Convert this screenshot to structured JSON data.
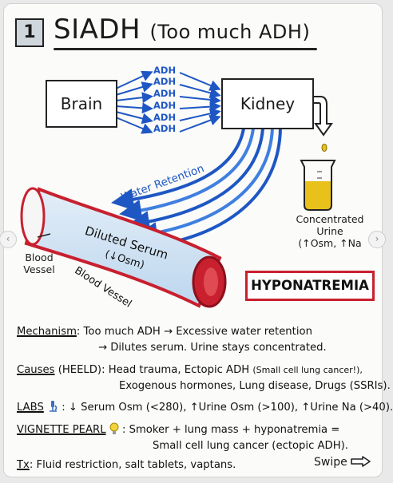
{
  "slide_number": "1",
  "title": "SIADH",
  "subtitle": "(Too much ADH)",
  "brain_label": "Brain",
  "kidney_label": "Kidney",
  "adh_labels": [
    "ADH",
    "ADH",
    "ADH",
    "ADH",
    "ADH",
    "ADH"
  ],
  "water_retention_label": "Water Retention",
  "concentrated_urine": {
    "line1": "Concentrated",
    "line2": "Urine",
    "line3": "(↑Osm, ↑Na"
  },
  "diluted_serum": {
    "line1": "Diluted Serum",
    "line2": "(↓Osm)"
  },
  "blood_vessel_left": {
    "line1": "Blood",
    "line2": "Vessel"
  },
  "blood_vessel_curved": "Blood Vessel",
  "hyponatremia_label": "HYPONATREMIA",
  "mechanism": {
    "heading": "Mechanism",
    "line1": ": Too much ADH → Excessive water retention",
    "line2": "→ Dilutes serum. Urine stays concentrated."
  },
  "causes": {
    "heading": "Causes",
    "acronym": " (HEELD)",
    "line1a": ": Head trauma, Ectopic ADH ",
    "line1b": "(Small cell lung cancer!),",
    "line2": "Exogenous hormones, Lung disease, Drugs (SSRIs)."
  },
  "labs": {
    "heading": "LABS",
    "text": " : ↓ Serum Osm (<280), ↑Urine Osm (>100), ↑Urine Na (>40)."
  },
  "pearl": {
    "heading": "VIGNETTE PEARL",
    "line1": " : Smoker + lung mass + hyponatremia =",
    "line2": "Small cell lung cancer (ectopic ADH)."
  },
  "treatment": {
    "heading": "Tx",
    "text": ": Fluid restriction, salt tablets, vaptans."
  },
  "swipe_label": "Swipe",
  "colors": {
    "adh_blue": "#1e57c4",
    "vessel_red": "#c8202f",
    "urine_yellow": "#e8c21a",
    "serum_blue": "#cfe3f3"
  }
}
